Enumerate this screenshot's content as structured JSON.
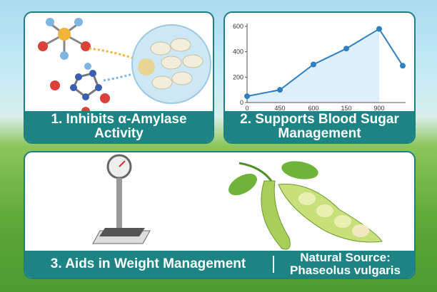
{
  "panels": {
    "p1": {
      "label": "1. Inhibits α-Amylase Activity"
    },
    "p2": {
      "label": "2. Supports Blood Sugar Management"
    },
    "p3": {
      "label": "3. Aids in Weight Management",
      "source": "Natural Source: Phaseolus vulgaris"
    }
  },
  "colors": {
    "band": "#1d8383",
    "line": "#2f7fc1",
    "fill": "#d6ecfa"
  },
  "chart_data": {
    "type": "line",
    "categories": [
      "0",
      "450",
      "600",
      "150",
      "900",
      ""
    ],
    "values": [
      50,
      100,
      300,
      425,
      580,
      290
    ],
    "ylim": [
      0,
      600
    ],
    "yticks": [
      0,
      200,
      400,
      600
    ],
    "grid": false
  }
}
